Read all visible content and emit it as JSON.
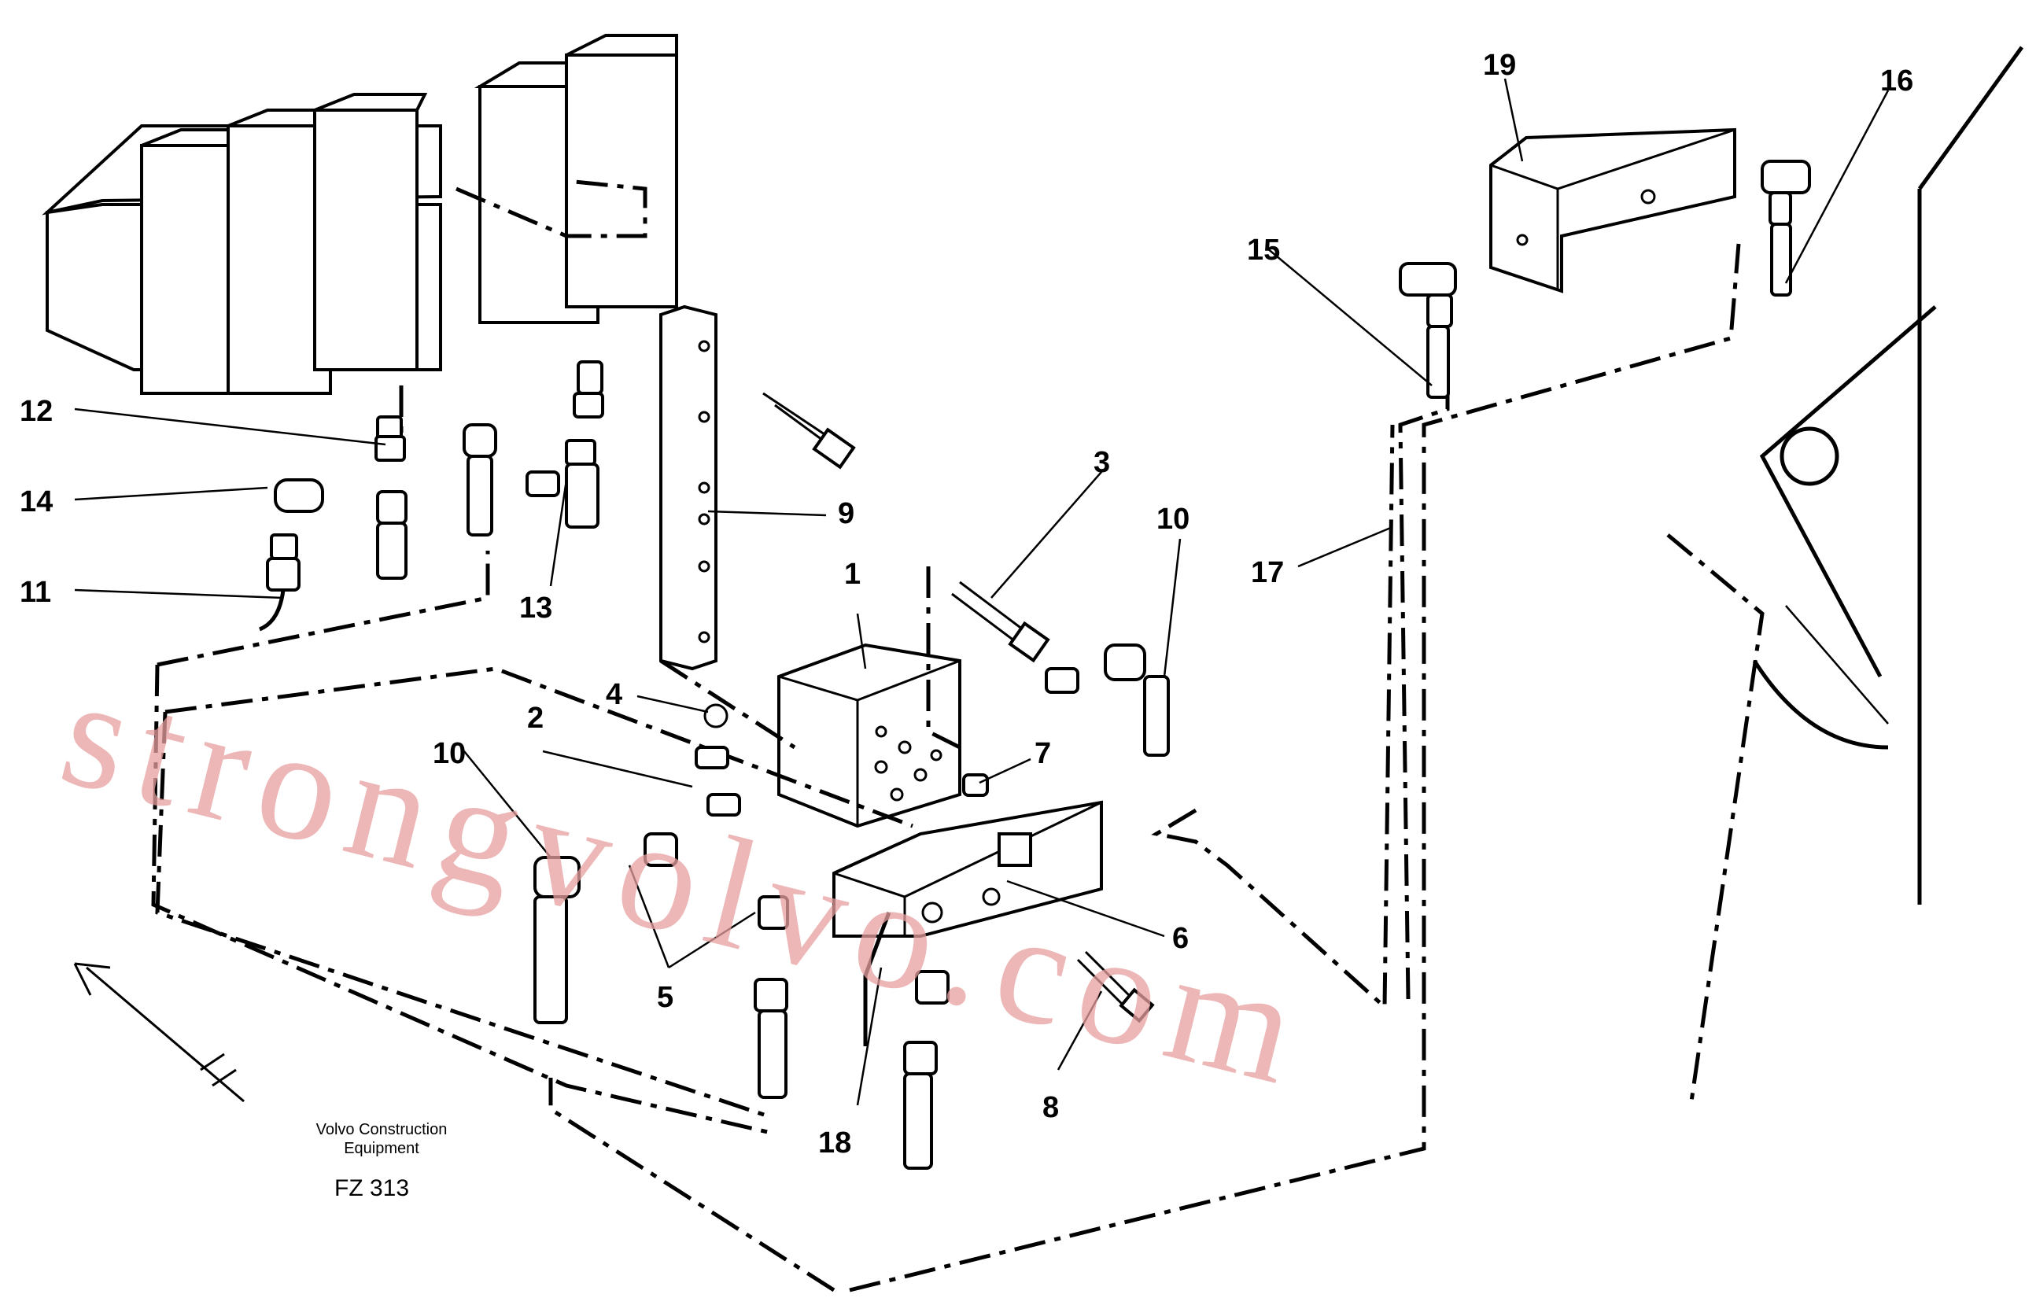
{
  "callouts": [
    "1",
    "2",
    "3",
    "4",
    "5",
    "6",
    "7",
    "8",
    "9",
    "10",
    "10",
    "11",
    "12",
    "13",
    "14",
    "15",
    "16",
    "17",
    "18",
    "19"
  ],
  "caption": {
    "line1": "Volvo Construction",
    "line2": "Equipment",
    "code": "FZ 313"
  },
  "watermark": "strongvolvo.com"
}
